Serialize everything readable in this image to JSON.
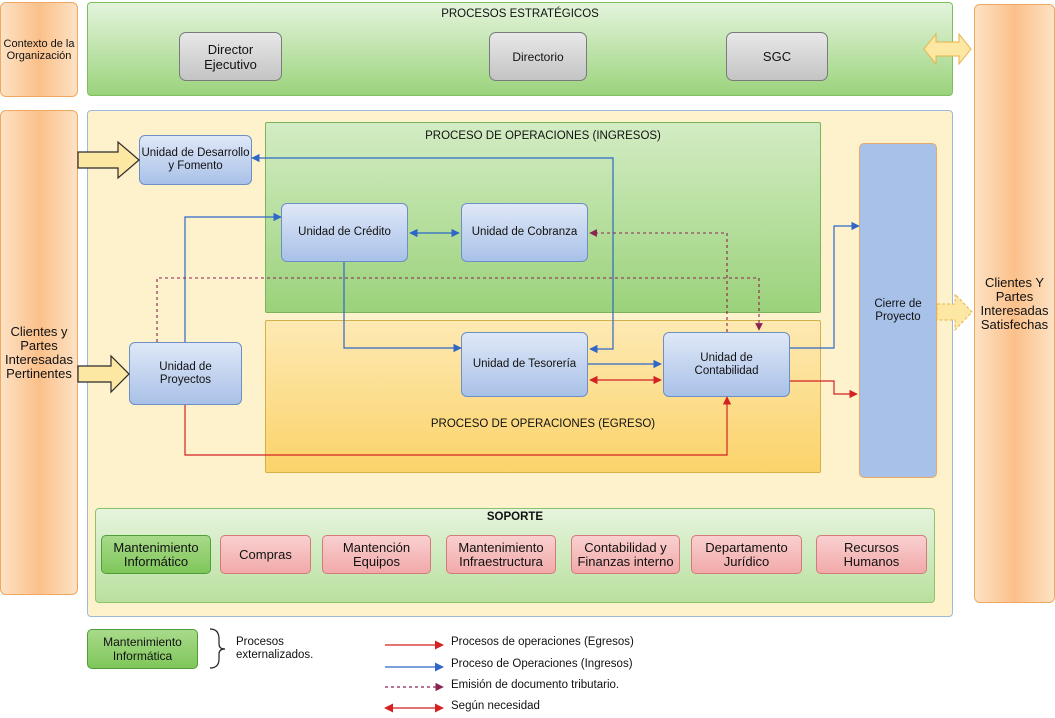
{
  "left": {
    "contexto": "Contexto de la Organización",
    "clientes_entrada": "Clientes y Partes Interesadas Pertinentes"
  },
  "right": {
    "clientes_salida": "Clientes Y Partes Interesadas Satisfechas"
  },
  "estrategicos": {
    "title": "PROCESOS ESTRATÉGICOS",
    "items": [
      "Director Ejecutivo",
      "Directorio",
      "SGC"
    ]
  },
  "ingresos": {
    "title": "PROCESO DE OPERACIONES (INGRESOS)"
  },
  "egreso": {
    "title": "PROCESO DE OPERACIONES (EGRESO)"
  },
  "units": {
    "desarrollo": "Unidad de Desarrollo y Fomento",
    "credito": "Unidad de Crédito",
    "cobranza": "Unidad de Cobranza",
    "proyectos": "Unidad de Proyectos",
    "tesoreria": "Unidad de Tesorería",
    "contabilidad": "Unidad de Contabilidad",
    "cierre": "Cierre de Proyecto"
  },
  "soporte": {
    "title": "SOPORTE",
    "items": [
      "Mantenimiento Informático",
      "Compras",
      "Mantención Equipos",
      "Mantenimiento Infraestructura",
      "Contabilidad y Finanzas interno",
      "Departamento Jurídico",
      "Recursos Humanos"
    ]
  },
  "legend": {
    "externalized_box": "Mantenimiento Informática",
    "externalized_text": "Procesos externalizados.",
    "items": [
      {
        "label": "Procesos de operaciones (Egresos)",
        "color": "#d32222"
      },
      {
        "label": "Proceso de Operaciones (Ingresos)",
        "color": "#2e67c7"
      },
      {
        "label": "Emisión de documento tributario.",
        "color": "#8a2252"
      },
      {
        "label": "Según necesidad",
        "color": "#d32222"
      }
    ]
  }
}
